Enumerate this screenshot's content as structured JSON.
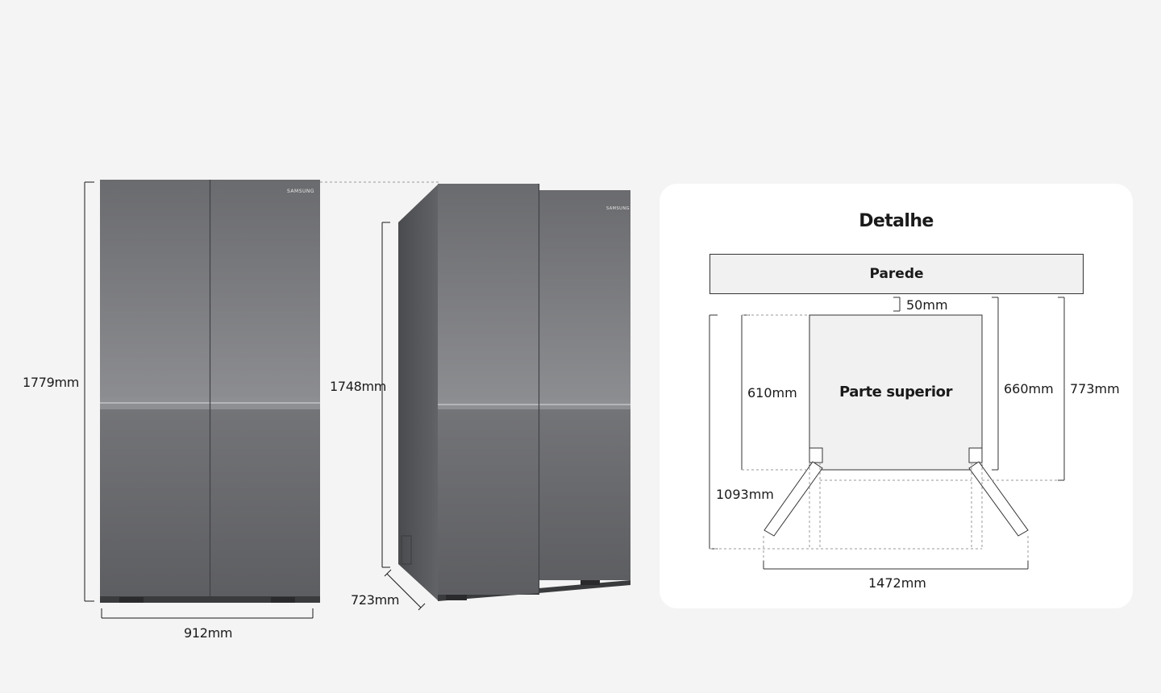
{
  "front_view": {
    "height_label": "1779mm",
    "width_label": "912mm",
    "brand": "SAMSUNG"
  },
  "side_view": {
    "height_label": "1748mm",
    "depth_label": "723mm",
    "brand": "SAMSUNG"
  },
  "detail": {
    "title": "Detalhe",
    "wall_label": "Parede",
    "top_label": "Parte superior",
    "gap_label": "50mm",
    "depth_610_label": "610mm",
    "depth_660_label": "660mm",
    "depth_773_label": "773mm",
    "door_open_depth_label": "1093mm",
    "door_open_width_label": "1472mm"
  },
  "colors": {
    "background": "#f4f4f4",
    "panel": "#ffffff",
    "steel_dark": "#5f6063",
    "steel_light": "#8a8b8e",
    "line": "#1a1a1a"
  }
}
